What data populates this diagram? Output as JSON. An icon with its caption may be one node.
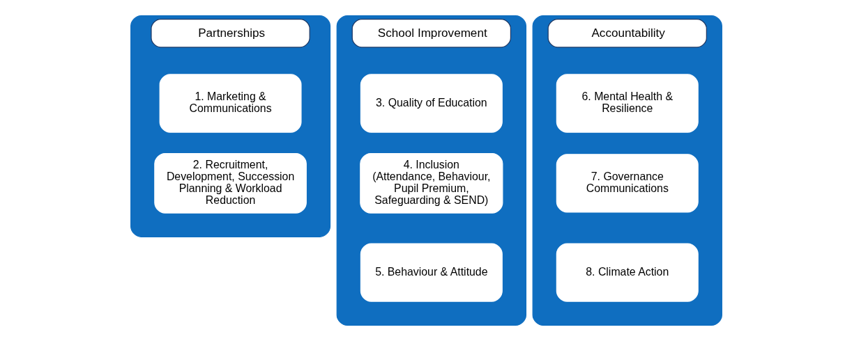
{
  "diagram": {
    "nodes": [
      {
        "text": [
          "Partnerships"
        ]
      },
      {
        "text": [
          "1. Marketing & Communications"
        ],
        "in": 0
      },
      {
        "text": [
          "2. Recruitment, Development, Succession Planning & Workload Reduction"
        ],
        "in": 0
      },
      {
        "text": [
          "School Improvement"
        ]
      },
      {
        "text": [
          "3. Quality of Education"
        ],
        "in": 3
      },
      {
        "text": [
          "4. Inclusion (Attendance, Behaviour, Pupil Premium, Safeguarding & SEND)"
        ],
        "in": 3
      },
      {
        "text": [
          "5. Behaviour & Attitude"
        ],
        "in": 3
      },
      {
        "text": [
          "Accountability"
        ]
      },
      {
        "text": [
          "6. Mental Health & Resilience"
        ],
        "in": 7
      },
      {
        "text": [
          "7. Governance Communications"
        ],
        "in": 7
      },
      {
        "text": [
          "8. Climate Action"
        ],
        "in": 7
      }
    ],
    "edges": []
  }
}
